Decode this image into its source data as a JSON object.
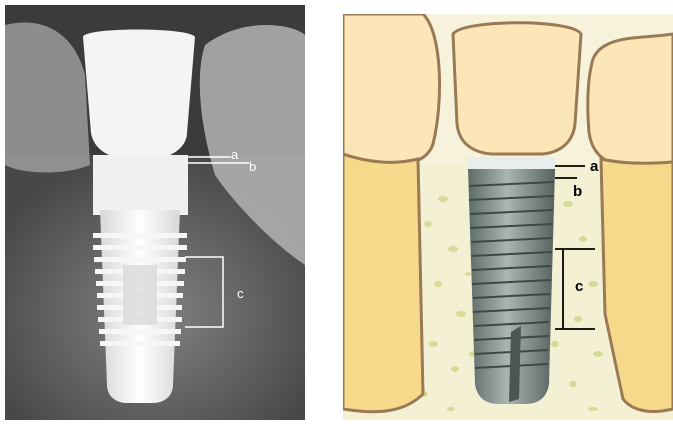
{
  "xray": {
    "labels": {
      "a": "a",
      "b": "b",
      "c": "c"
    }
  },
  "illustration": {
    "labels": {
      "a": "a",
      "b": "b",
      "c": "c"
    }
  },
  "colors": {
    "crown": "#fce6b8",
    "tooth_outline": "#9a7a55",
    "bone": "#f6d98a",
    "bone_particles": "#cfd98f",
    "implant": "#7a8a85",
    "xray_metal": "#f2f2f2"
  }
}
